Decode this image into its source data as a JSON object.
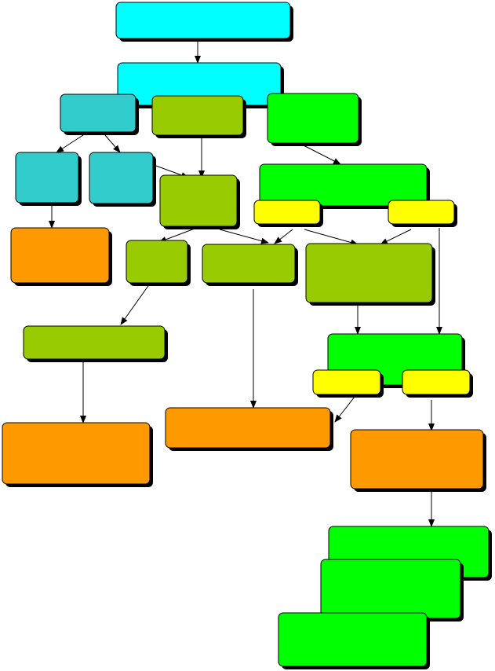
{
  "diagram": {
    "type": "flowchart",
    "colors": {
      "cyan": "#00ffff",
      "teal": "#33cccc",
      "olive": "#99cc00",
      "green": "#00ff00",
      "orange": "#ff9900",
      "yellow": "#ffff00",
      "border": "#000000",
      "shadow": "#000000",
      "arrow": "#000000"
    },
    "nodes": [
      {
        "id": "n1",
        "color": "cyan",
        "label": ""
      },
      {
        "id": "n2",
        "color": "cyan",
        "label": ""
      },
      {
        "id": "n3",
        "color": "teal",
        "label": ""
      },
      {
        "id": "n4",
        "color": "olive",
        "label": ""
      },
      {
        "id": "n5",
        "color": "green",
        "label": ""
      },
      {
        "id": "n6",
        "color": "teal",
        "label": ""
      },
      {
        "id": "n7",
        "color": "teal",
        "label": ""
      },
      {
        "id": "n8",
        "color": "olive",
        "label": ""
      },
      {
        "id": "n9",
        "color": "green",
        "label": ""
      },
      {
        "id": "n10",
        "color": "yellow",
        "label": ""
      },
      {
        "id": "n11",
        "color": "yellow",
        "label": ""
      },
      {
        "id": "n12",
        "color": "orange",
        "label": ""
      },
      {
        "id": "n13",
        "color": "olive",
        "label": ""
      },
      {
        "id": "n14",
        "color": "olive",
        "label": ""
      },
      {
        "id": "n15",
        "color": "olive",
        "label": ""
      },
      {
        "id": "n16",
        "color": "olive",
        "label": ""
      },
      {
        "id": "n17",
        "color": "green",
        "label": ""
      },
      {
        "id": "n18",
        "color": "yellow",
        "label": ""
      },
      {
        "id": "n19",
        "color": "yellow",
        "label": ""
      },
      {
        "id": "n20",
        "color": "orange",
        "label": ""
      },
      {
        "id": "n21",
        "color": "orange",
        "label": ""
      },
      {
        "id": "n22",
        "color": "orange",
        "label": ""
      },
      {
        "id": "n23",
        "color": "green",
        "label": ""
      },
      {
        "id": "n24",
        "color": "green",
        "label": ""
      },
      {
        "id": "n25",
        "color": "green",
        "label": ""
      }
    ],
    "edges": [
      {
        "from": "n1",
        "to": "n2"
      },
      {
        "from": "n3",
        "to": "n6"
      },
      {
        "from": "n3",
        "to": "n7"
      },
      {
        "from": "n7",
        "to": "n8"
      },
      {
        "from": "n4",
        "to": "n8"
      },
      {
        "from": "n5",
        "to": "n9"
      },
      {
        "from": "n6",
        "to": "n12"
      },
      {
        "from": "n8",
        "to": "n13"
      },
      {
        "from": "n8",
        "to": "n14"
      },
      {
        "from": "n10",
        "to": "n14"
      },
      {
        "from": "n10",
        "to": "n15"
      },
      {
        "from": "n11",
        "to": "n15"
      },
      {
        "from": "n11",
        "to": "n17"
      },
      {
        "from": "n13",
        "to": "n16"
      },
      {
        "from": "n16",
        "to": "n20"
      },
      {
        "from": "n14",
        "to": "n21"
      },
      {
        "from": "n15",
        "to": "n17"
      },
      {
        "from": "n18",
        "to": "n21"
      },
      {
        "from": "n19",
        "to": "n22"
      },
      {
        "from": "n22",
        "to": "n23"
      }
    ]
  }
}
